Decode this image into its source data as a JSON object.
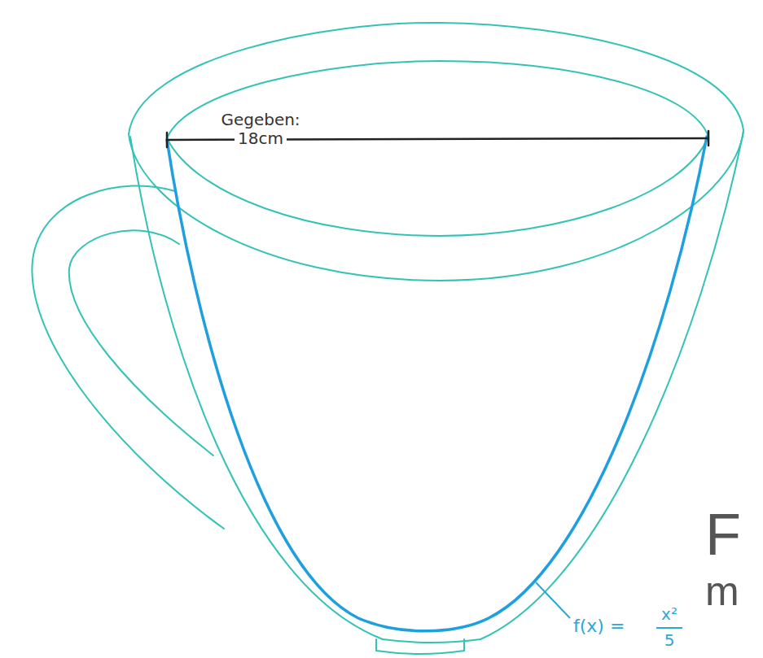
{
  "diagram": {
    "labels": [
      "Gegeben:",
      "18cm",
      "F",
      "m",
      "f(x) =",
      "x²",
      "5"
    ]
  }
}
